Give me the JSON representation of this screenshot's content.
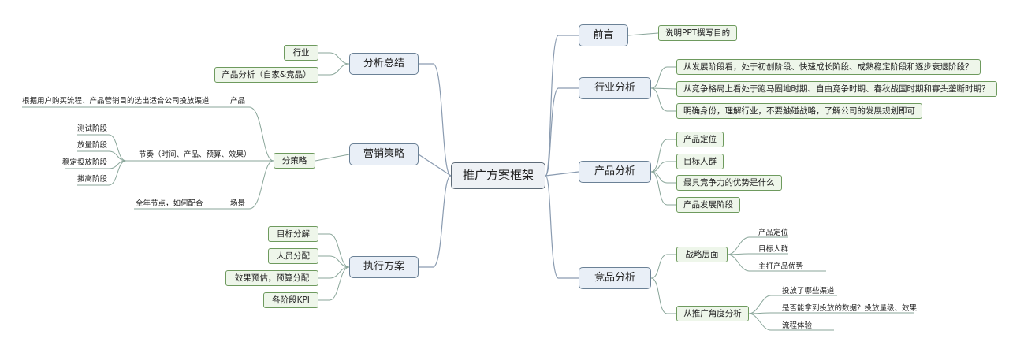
{
  "root": "推广方案框架",
  "right": {
    "preface": {
      "label": "前言",
      "items": [
        "说明PPT撰写目的"
      ]
    },
    "industry": {
      "label": "行业分析",
      "items": [
        "从发展阶段看，处于初创阶段、快速成长阶段、成熟稳定阶段和逐步衰退阶段？",
        "从竞争格局上看处于跑马圈地时期、自由竞争时期、春秋战国时期和寡头垄断时期？",
        "明确身份，理解行业，不要触碰战略，了解公司的发展规划即可"
      ]
    },
    "product": {
      "label": "产品分析",
      "items": [
        "产品定位",
        "目标人群",
        "最具竞争力的优势是什么",
        "产品发展阶段"
      ]
    },
    "competitor": {
      "label": "竞品分析",
      "strategy": {
        "label": "战略层面",
        "items": [
          "产品定位",
          "目标人群",
          "主打产品优势"
        ]
      },
      "promo": {
        "label": "从推广角度分析",
        "items": [
          "投放了哪些渠道",
          "是否能拿到投放的数据？投放量级、效果",
          "流程体验"
        ]
      }
    }
  },
  "left": {
    "summary": {
      "label": "分析总结",
      "items": [
        "行业",
        "产品分析（自家&竞品）"
      ]
    },
    "marketing": {
      "label": "营销策略",
      "sub": {
        "label": "分策略",
        "product": {
          "label": "产品",
          "note": "根据用户购买流程、产品营销目的选出适合公司投放渠道"
        },
        "rhythm": {
          "label": "节奏（时间、产品、预算、效果）",
          "items": [
            "测试阶段",
            "放量阶段",
            "稳定投放阶段",
            "拔高阶段"
          ]
        },
        "scene": {
          "label": "场景",
          "note": "全年节点，如何配合"
        }
      }
    },
    "execution": {
      "label": "执行方案",
      "items": [
        "目标分解",
        "人员分配",
        "效果预估，预算分配",
        "各阶段KPI"
      ]
    }
  }
}
